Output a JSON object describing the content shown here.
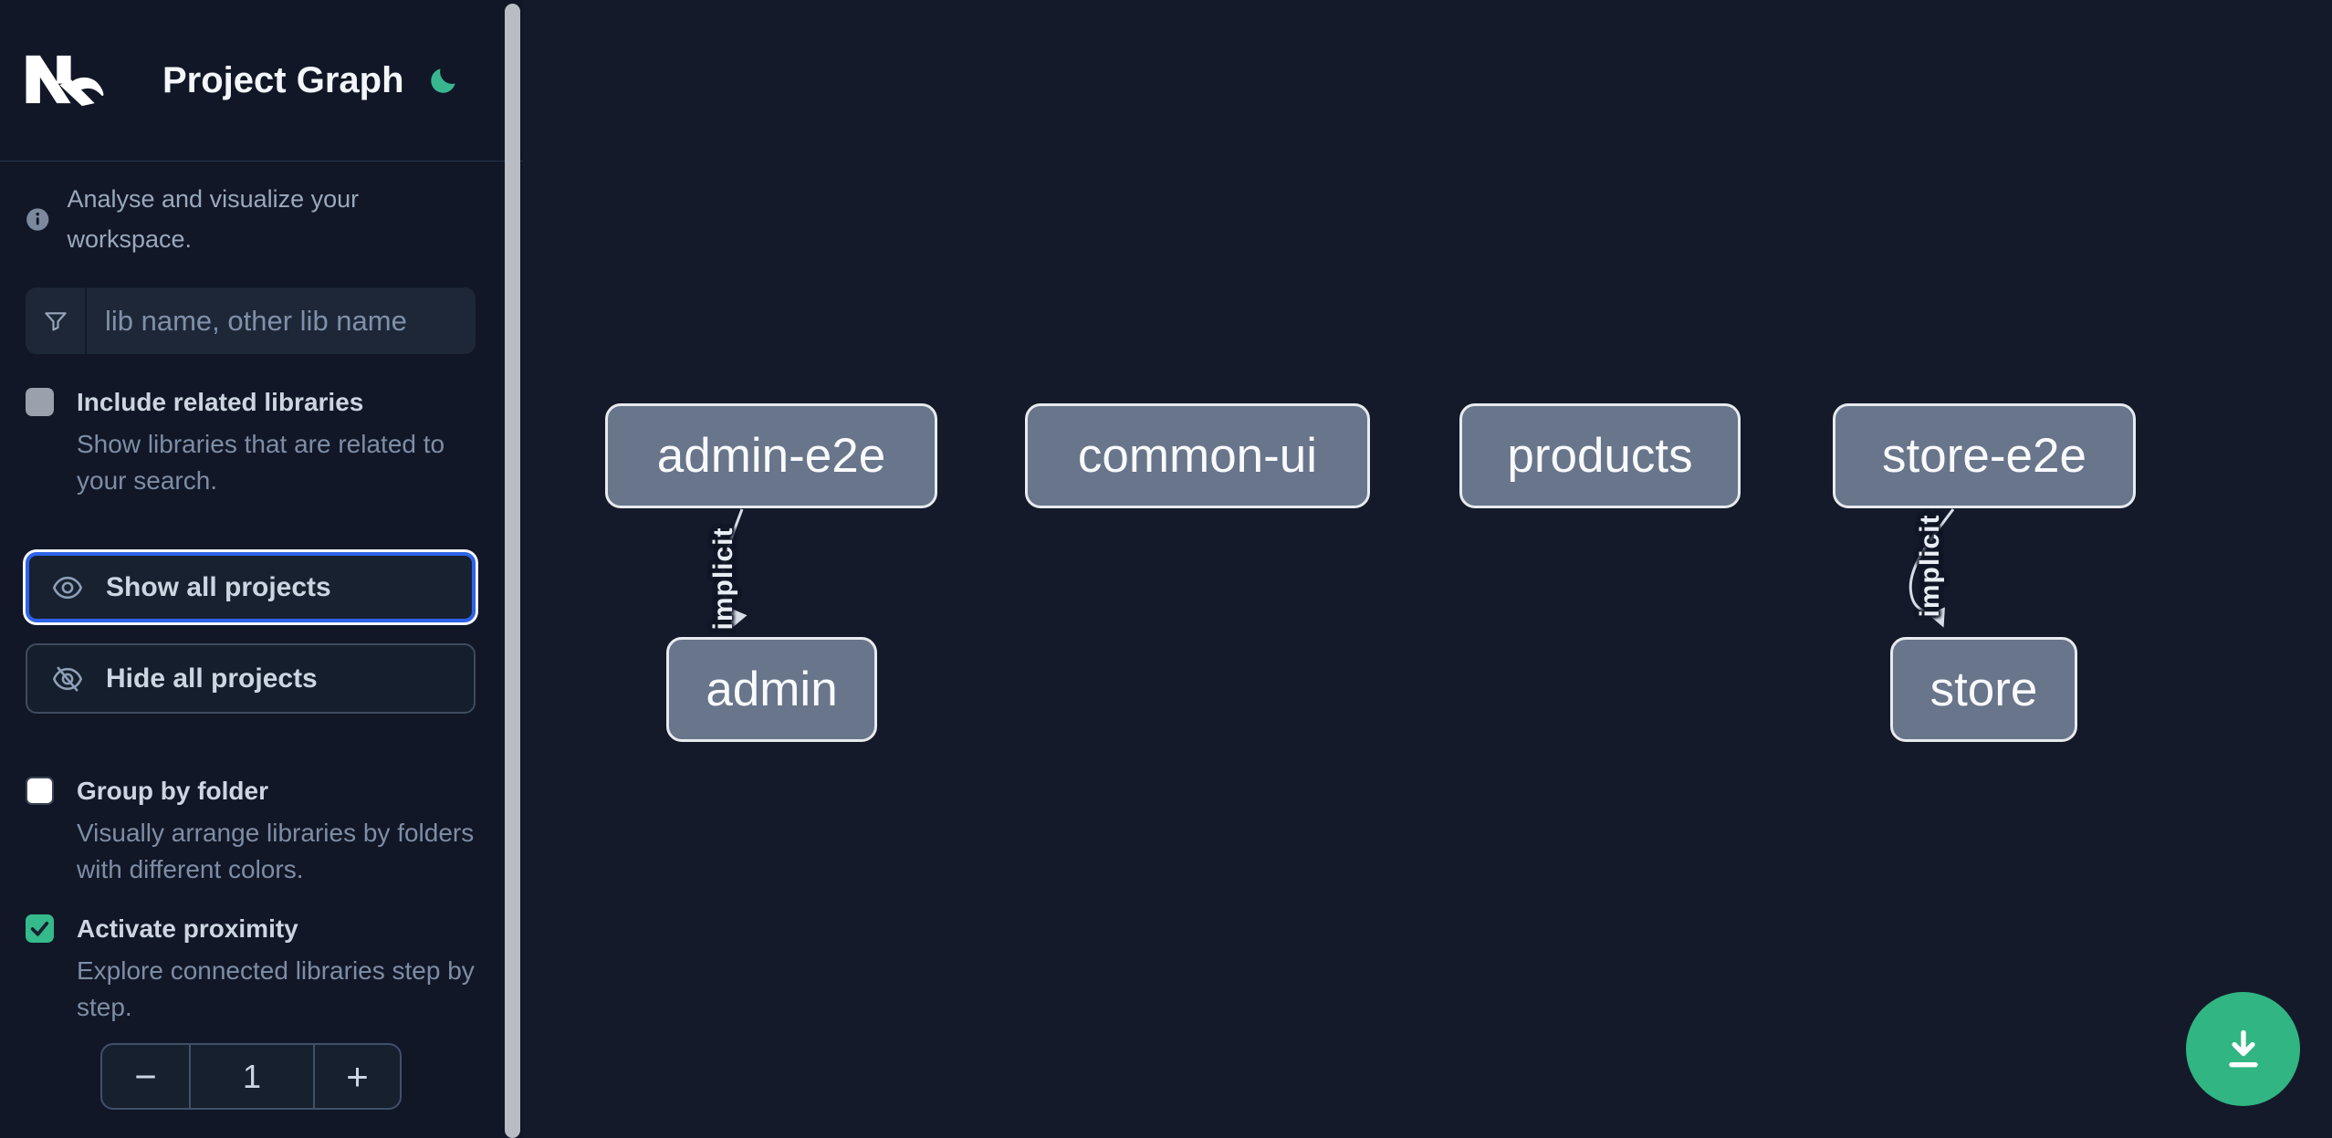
{
  "header": {
    "title": "Project Graph",
    "logo_icon": "nx-logo",
    "theme_icon": "moon-icon"
  },
  "sidebar": {
    "tagline": "Analyse and visualize your workspace.",
    "filter": {
      "placeholder": "lib name, other lib name",
      "value": "",
      "icon": "funnel-icon"
    },
    "options": [
      {
        "label": "Include related libraries",
        "description": "Show libraries that are related to your search.",
        "checked": false
      },
      {
        "label": "Group by folder",
        "description": "Visually arrange libraries by folders with different colors.",
        "checked": false
      },
      {
        "label": "Activate proximity",
        "description": "Explore connected libraries step by step.",
        "checked": true
      }
    ],
    "actions": [
      {
        "label": "Show all projects",
        "icon": "eye-icon",
        "focused": true
      },
      {
        "label": "Hide all projects",
        "icon": "eye-off-icon",
        "focused": false
      }
    ],
    "proximity_stepper": {
      "decrement_label": "−",
      "value": "1",
      "increment_label": "+"
    }
  },
  "graph": {
    "nodes": [
      {
        "id": "admin-e2e",
        "label": "admin-e2e"
      },
      {
        "id": "common-ui",
        "label": "common-ui"
      },
      {
        "id": "products",
        "label": "products"
      },
      {
        "id": "store-e2e",
        "label": "store-e2e"
      },
      {
        "id": "admin",
        "label": "admin"
      },
      {
        "id": "store",
        "label": "store"
      }
    ],
    "edges": [
      {
        "source": "admin-e2e",
        "target": "admin",
        "label": "implicit"
      },
      {
        "source": "store-e2e",
        "target": "store",
        "label": "implicit"
      }
    ]
  },
  "fab": {
    "icon": "download-icon"
  },
  "colors": {
    "accent_green": "#34b98a",
    "focus_blue": "#2d63e8",
    "node_fill": "#68758a",
    "node_border": "#e7eaef",
    "sidebar_bg": "#111726",
    "canvas_bg": "#141a29",
    "text_primary": "#ccd5e1",
    "text_muted": "#7e8da6"
  }
}
